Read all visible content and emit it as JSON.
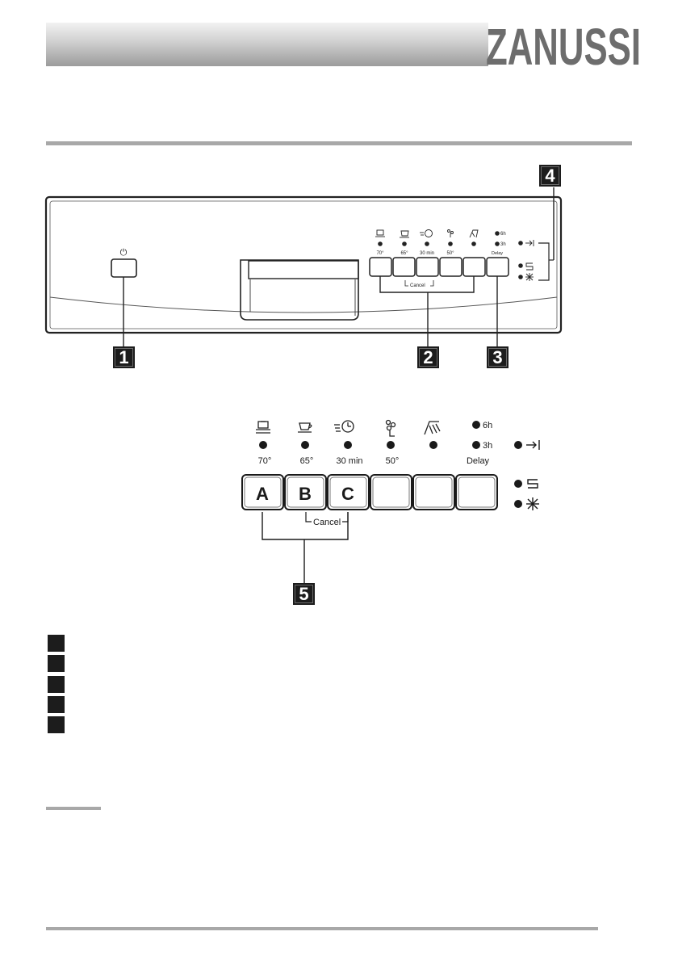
{
  "brand": {
    "name": "ZANUSSI"
  },
  "panel": {
    "power_symbol": "⏻",
    "small_temps": [
      "70°",
      "65°",
      "30 min",
      "50°"
    ],
    "small_delay_6h": "6h",
    "small_delay_3h": "3h",
    "small_delay_label": "Delay",
    "small_cancel": "Cancel"
  },
  "callouts": [
    "1",
    "2",
    "3",
    "4",
    "5"
  ],
  "detail": {
    "temps": [
      "70°",
      "65°",
      "30 min",
      "50°"
    ],
    "delay_6h": "6h",
    "delay_3h": "3h",
    "delay_label": "Delay",
    "buttons": [
      "A",
      "B",
      "C",
      "",
      "",
      ""
    ],
    "cancel": "Cancel"
  },
  "icons": [
    "pots-pans-icon",
    "cup-icon",
    "quick-wash-clock-icon",
    "eco-glass-icon",
    "rinse-spray-icon",
    "end-arrow-icon",
    "salt-icon",
    "rinse-aid-icon"
  ]
}
